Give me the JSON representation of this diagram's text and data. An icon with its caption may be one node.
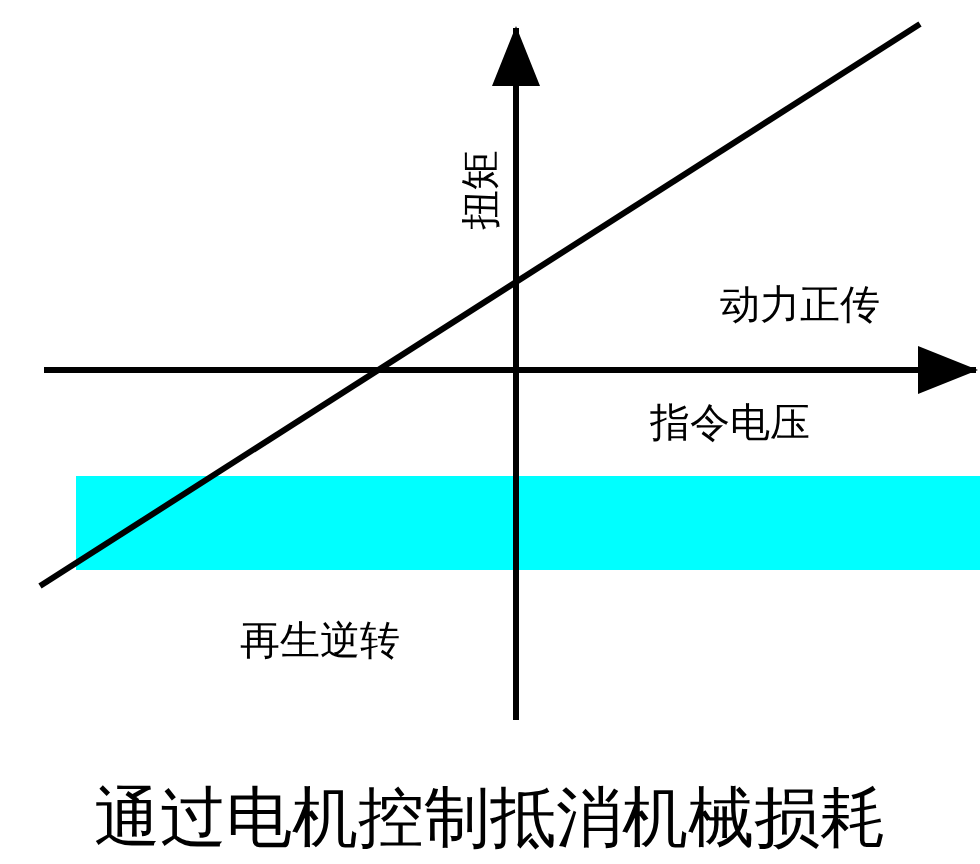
{
  "diagram": {
    "caption": "通过电机控制抵消机械损耗",
    "labels": [
      "扭矩",
      "动力正传",
      "指令电压",
      "再生逆转"
    ]
  }
}
